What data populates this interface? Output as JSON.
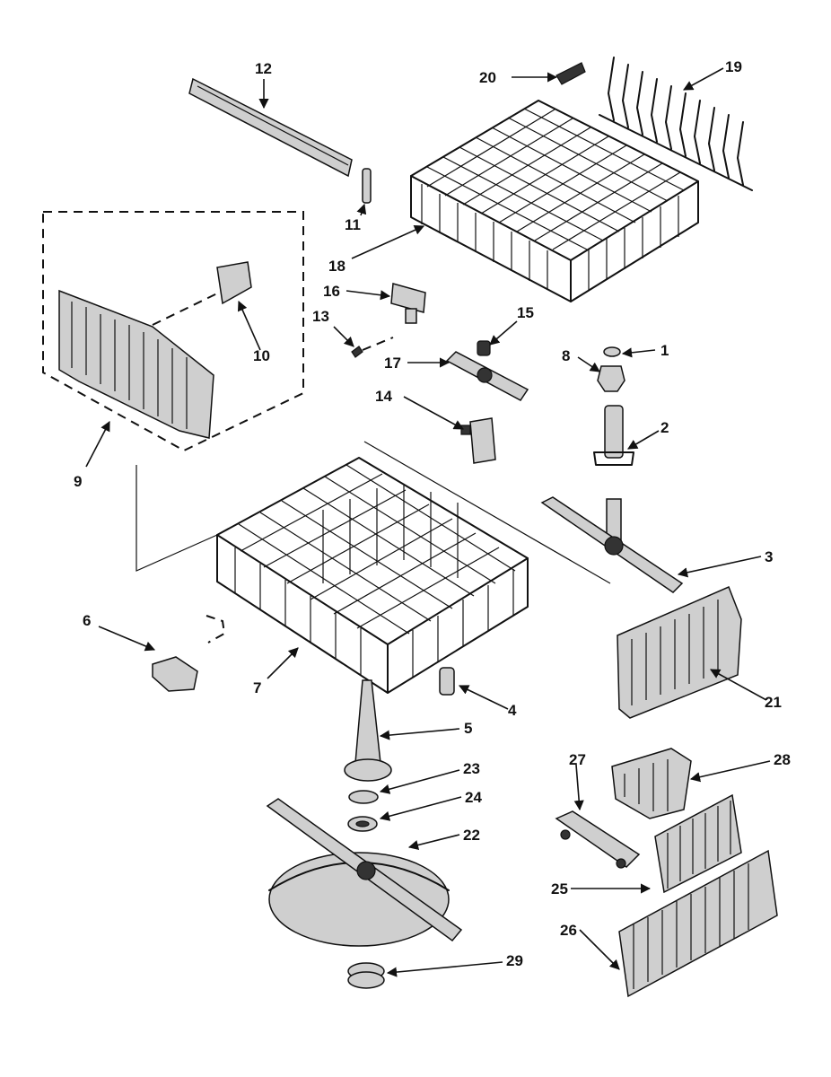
{
  "callouts": {
    "p1": "1",
    "p2": "2",
    "p3": "3",
    "p4": "4",
    "p5": "5",
    "p6": "6",
    "p7": "7",
    "p8": "8",
    "p9": "9",
    "p10": "10",
    "p11": "11",
    "p12": "12",
    "p13": "13",
    "p14": "14",
    "p15": "15",
    "p16": "16",
    "p17": "17",
    "p18": "18",
    "p19": "19",
    "p20": "20",
    "p21": "21",
    "p22": "22",
    "p23": "23",
    "p24": "24",
    "p25": "25",
    "p26": "26",
    "p27": "27",
    "p28": "28",
    "p29": "29"
  }
}
